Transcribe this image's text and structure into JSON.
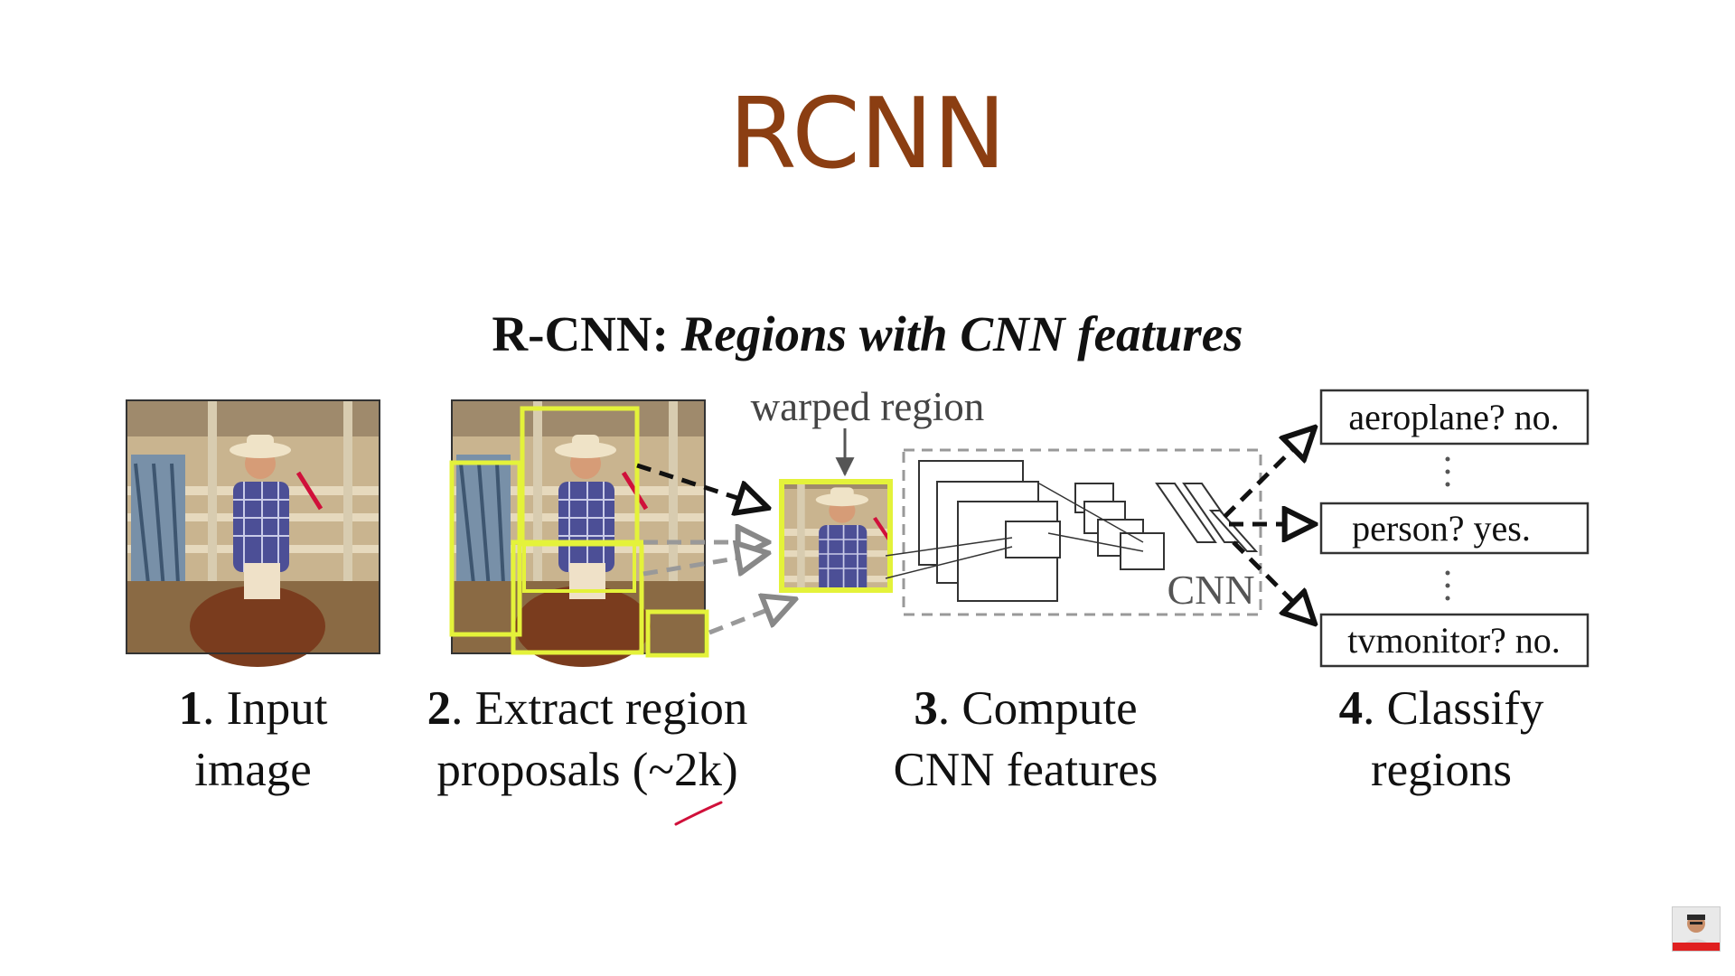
{
  "slide": {
    "title": "RCNN"
  },
  "diagram": {
    "heading_bold": "R-CNN:",
    "heading_italic": "Regions with CNN features",
    "warped_label": "warped region",
    "cnn_label": "CNN",
    "outputs": [
      "aeroplane? no.",
      "person? yes.",
      "tvmonitor? no."
    ],
    "colors": {
      "proposal_box": "#e4f23a",
      "title": "#8b3e12",
      "annotation": "#d0103a"
    }
  },
  "steps": [
    {
      "num": "1",
      "line1": ". Input",
      "line2": "image"
    },
    {
      "num": "2",
      "line1": ". Extract region",
      "line2": "proposals (~2k)"
    },
    {
      "num": "3",
      "line1": ". Compute",
      "line2": "CNN features"
    },
    {
      "num": "4",
      "line1": ". Classify",
      "line2": "regions"
    }
  ]
}
